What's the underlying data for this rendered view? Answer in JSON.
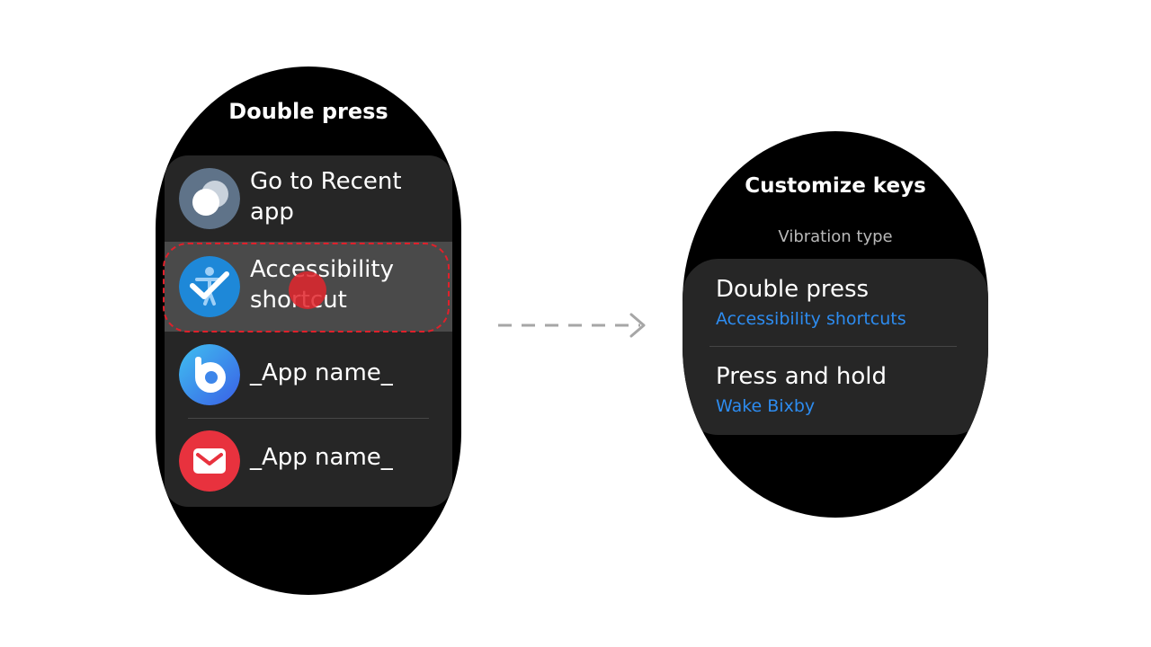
{
  "left_watch": {
    "title": "Double press",
    "items": [
      {
        "label": "Go to Recent app",
        "icon": "recent-apps-icon"
      },
      {
        "label": "Accessibility shortcut",
        "icon": "accessibility-icon",
        "selected": true
      },
      {
        "label": "_App name_",
        "icon": "bixby-icon"
      },
      {
        "label": "_App name_",
        "icon": "mail-icon"
      }
    ]
  },
  "right_watch": {
    "title": "Customize keys",
    "section_label": "Vibration type",
    "items": [
      {
        "title": "Double press",
        "subtitle": "Accessibility shortcuts"
      },
      {
        "title": "Press and hold",
        "subtitle": "Wake Bixby"
      }
    ]
  },
  "colors": {
    "accent_blue": "#2d8cf0",
    "selection_red": "#e0202a",
    "list_bg": "#262626",
    "selected_row_bg": "#4a4a4a"
  }
}
